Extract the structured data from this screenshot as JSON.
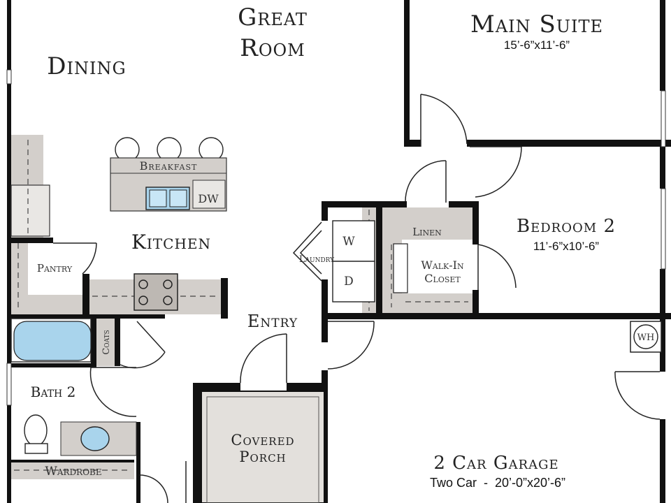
{
  "rooms": {
    "great_room": {
      "line1": "Great",
      "line2": "Room"
    },
    "main_suite": {
      "name": "Main Suite",
      "dims": "15’-6”x11’-6”"
    },
    "dining": {
      "name": "Dining"
    },
    "breakfast": {
      "name": "Breakfast"
    },
    "dw": {
      "name": "DW"
    },
    "kitchen": {
      "name": "Kitchen"
    },
    "pantry": {
      "name": "Pantry"
    },
    "linen": {
      "name": "Linen"
    },
    "bedroom2": {
      "name": "Bedroom 2",
      "dims": "11’-6”x10’-6”"
    },
    "laundry": {
      "name": "Laundry"
    },
    "washer": {
      "name": "W"
    },
    "dryer": {
      "name": "D"
    },
    "walkin": {
      "line1": "Walk-In",
      "line2": "Closet"
    },
    "entry": {
      "name": "Entry"
    },
    "coats": {
      "name": "Coats"
    },
    "wh": {
      "name": "WH"
    },
    "bath2": {
      "name": "Bath 2"
    },
    "covered_porch": {
      "line1": "Covered",
      "line2": "Porch"
    },
    "garage": {
      "name": "2 Car Garage",
      "dims": "Two Car  -  20’-0”x20’-6”"
    },
    "wardrobe": {
      "name": "Wardrobe"
    }
  },
  "colors": {
    "wall": "#111111",
    "cabinet": "#d3cfcb",
    "fixture": "#a9d4ec"
  }
}
